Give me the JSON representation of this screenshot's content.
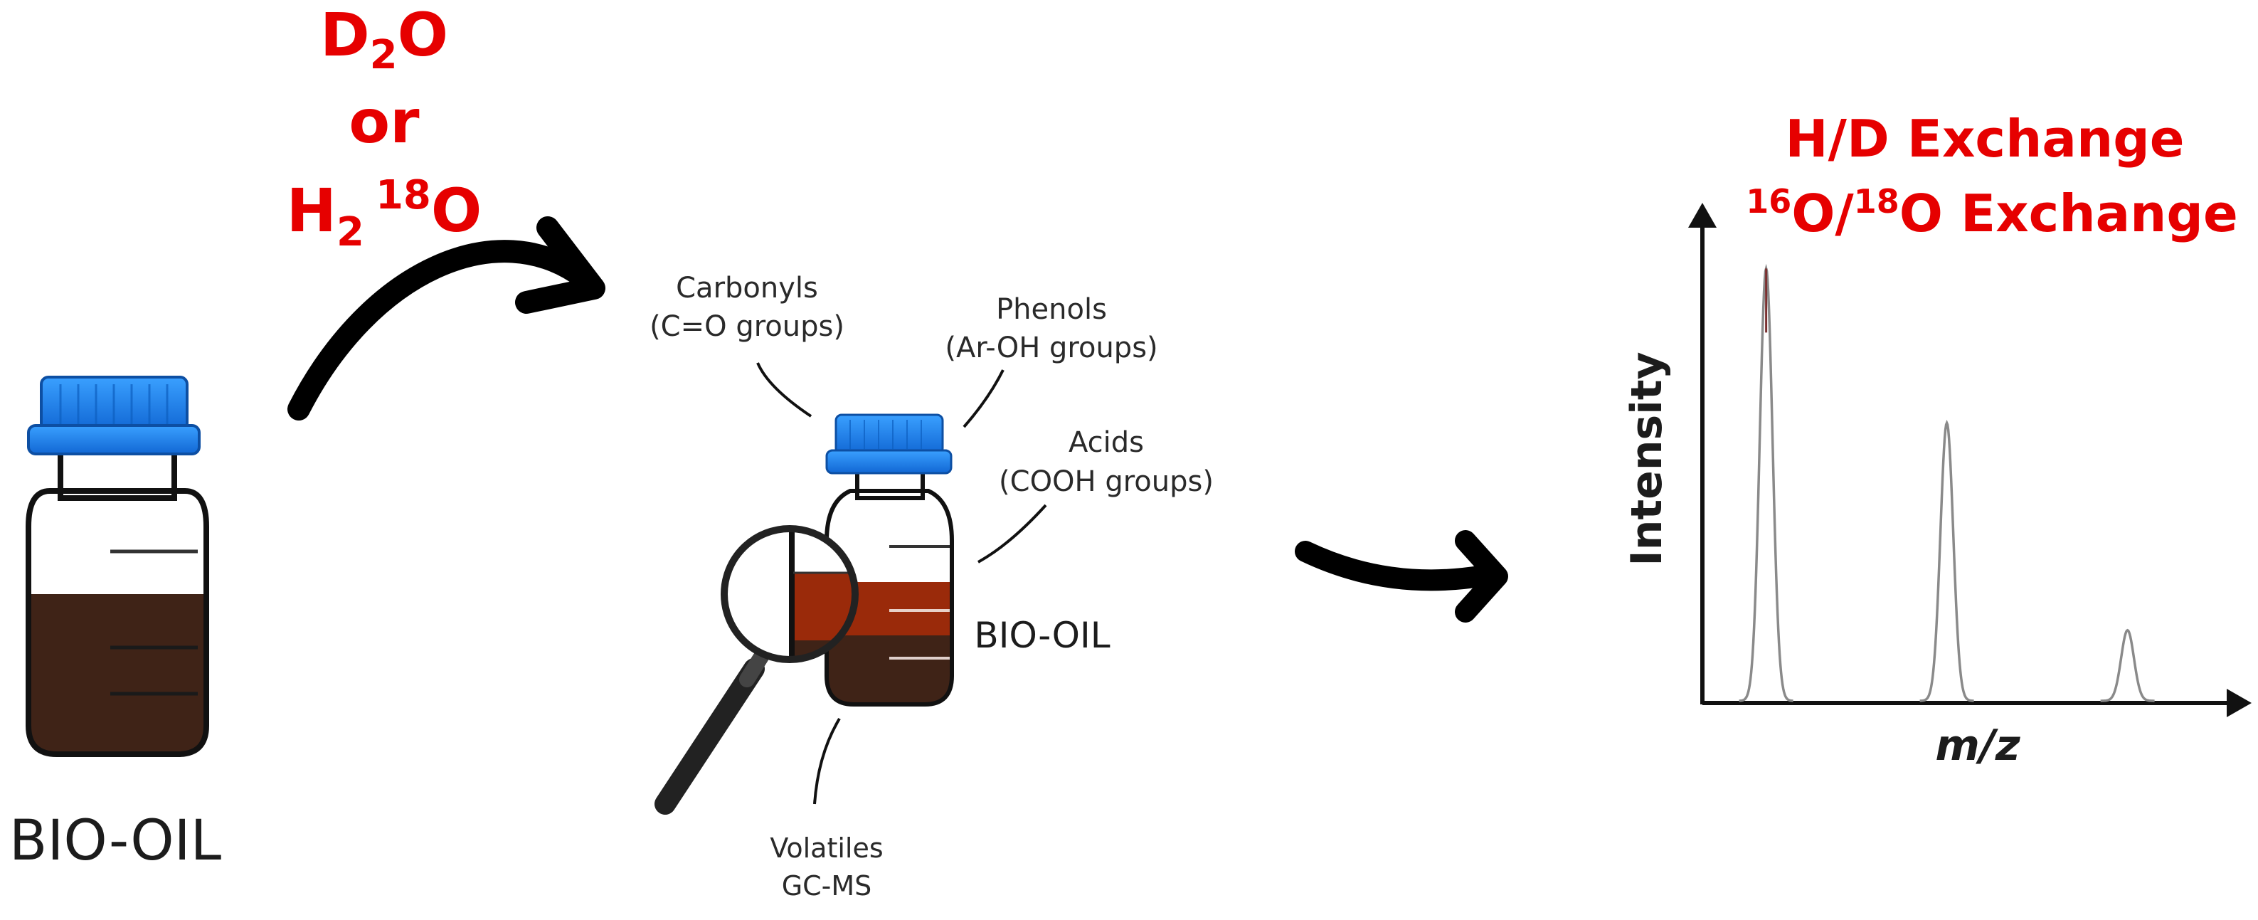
{
  "reagents": {
    "line1_main": "D",
    "line1_sub": "2",
    "line1_tail": "O",
    "line2": "or",
    "line3_main": "H",
    "line3_sub": "2",
    "line3_sup": "18",
    "line3_tail": "O"
  },
  "left_bottle": {
    "label": "BIO-OIL"
  },
  "center_bottle": {
    "label": "BIO-OIL",
    "annotations": {
      "carbonyls_line1": "Carbonyls",
      "carbonyls_line2": "(C=O groups)",
      "phenols_line1": "Phenols",
      "phenols_line2": "(Ar-OH groups)",
      "acids_line1": "Acids",
      "acids_line2": "(COOH groups)",
      "volatiles_line1": "Volatiles",
      "volatiles_line2": "GC-MS"
    }
  },
  "result": {
    "title_line1": "H/D Exchange",
    "title_line2_sup1": "16",
    "title_line2_mid": "O/",
    "title_line2_sup2": "18",
    "title_line2_tail": "O Exchange"
  },
  "spectrum": {
    "ylabel": "Intensity",
    "xlabel": "m/z",
    "peaks": [
      {
        "position": 0.12,
        "height": 0.98
      },
      {
        "position": 0.46,
        "height": 0.63
      },
      {
        "position": 0.8,
        "height": 0.16
      }
    ]
  },
  "colors": {
    "accent_red": "#e60000",
    "cap_blue": "#1a7fe6",
    "oil_brown": "#3f2317",
    "oil_red": "#9a2a0a",
    "line_black": "#111111"
  }
}
